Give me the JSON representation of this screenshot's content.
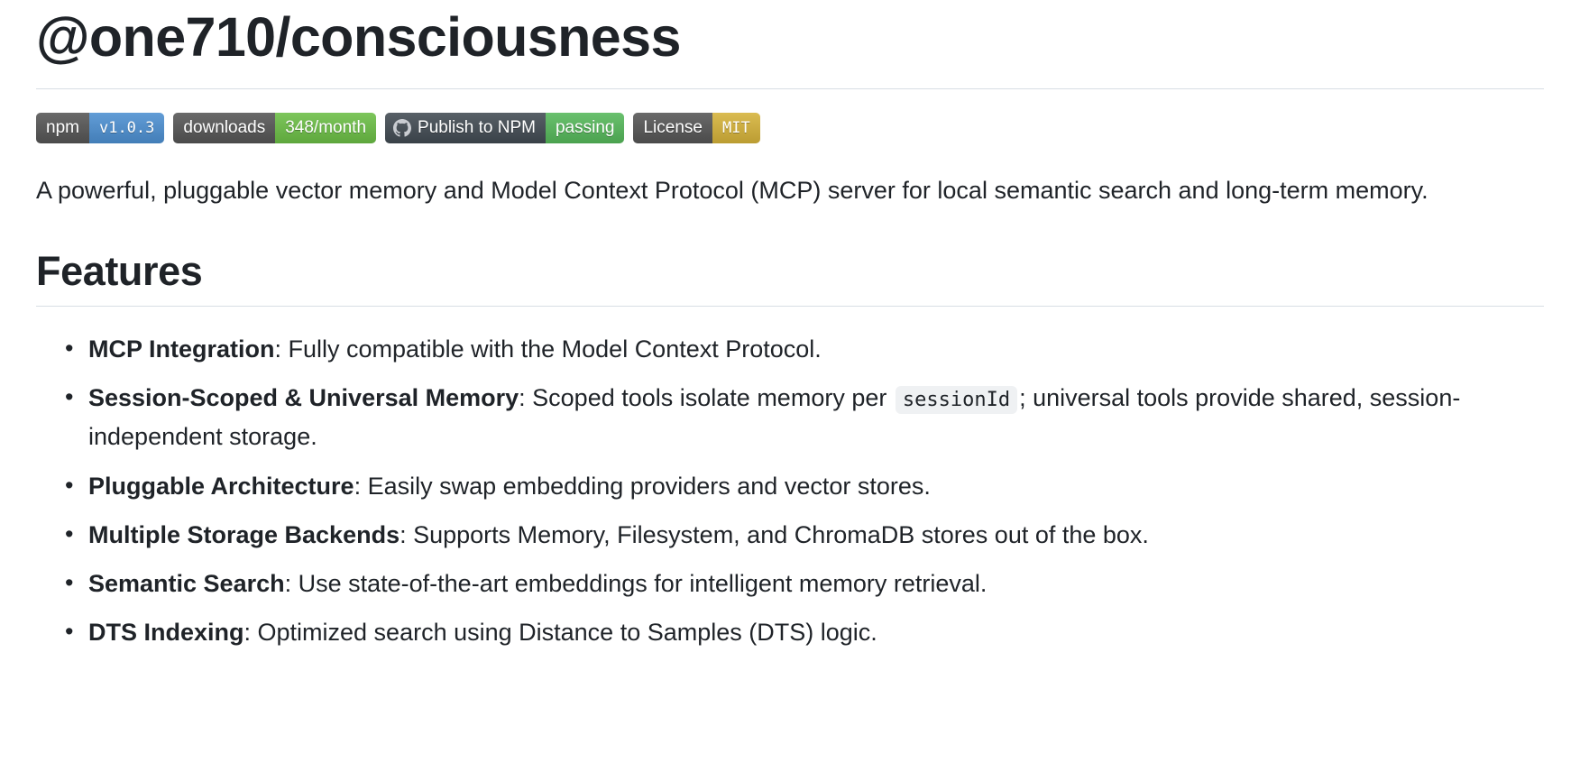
{
  "page": {
    "title": "@one710/consciousness"
  },
  "badges": [
    {
      "name": "npm-version-badge",
      "label": "npm",
      "value": "v1.0.3",
      "label_color": "#555555",
      "value_color": "#4c8fd1",
      "icon": null,
      "value_mono": true
    },
    {
      "name": "downloads-badge",
      "label": "downloads",
      "value": "348/month",
      "label_color": "#555555",
      "value_color": "#6bbe45",
      "icon": null,
      "value_mono": false
    },
    {
      "name": "publish-to-npm-workflow-badge",
      "label": "Publish to NPM",
      "value": "passing",
      "label_color": "#414a52",
      "value_color": "#55b85a",
      "icon": "github-icon",
      "value_mono": false
    },
    {
      "name": "license-badge",
      "label": "License",
      "value": "MIT",
      "label_color": "#555555",
      "value_color": "#d5b239",
      "icon": null,
      "value_mono": true
    }
  ],
  "description": "A powerful, pluggable vector memory and Model Context Protocol (MCP) server for local semantic search and long-term memory.",
  "features_heading": "Features",
  "features": [
    {
      "term": "MCP Integration",
      "rest": ": Fully compatible with the Model Context Protocol."
    },
    {
      "term": "Session-Scoped & Universal Memory",
      "rest_before_code": ": Scoped tools isolate memory per ",
      "code": "sessionId",
      "rest_after_code": "; universal tools provide shared, session-independent storage."
    },
    {
      "term": "Pluggable Architecture",
      "rest": ": Easily swap embedding providers and vector stores."
    },
    {
      "term": "Multiple Storage Backends",
      "rest": ": Supports Memory, Filesystem, and ChromaDB stores out of the box."
    },
    {
      "term": "Semantic Search",
      "rest": ": Use state-of-the-art embeddings for intelligent memory retrieval."
    },
    {
      "term": "DTS Indexing",
      "rest": ": Optimized search using Distance to Samples (DTS) logic."
    }
  ],
  "colors": {
    "text": "#1f2328",
    "rule": "#d8dee4",
    "code_background": "#eff1f3",
    "background": "#ffffff"
  }
}
